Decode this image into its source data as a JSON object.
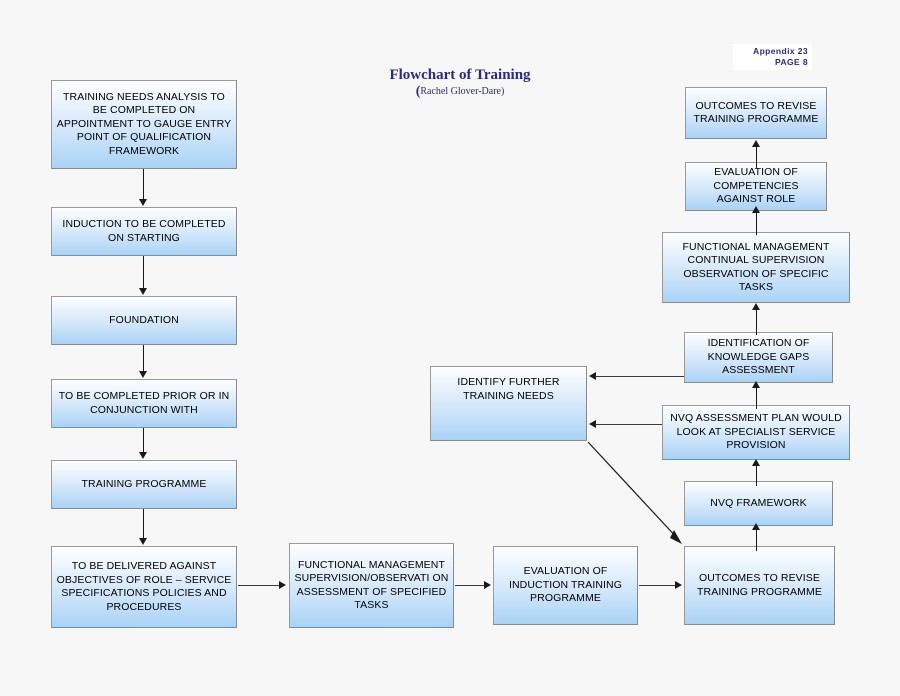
{
  "header": {
    "appendix": "Appendix 23",
    "page": "PAGE 8"
  },
  "title": {
    "main": "Flowchart of Training",
    "paren_open": "(",
    "author": "Rachel Glover-Dare)"
  },
  "colors": {
    "background": "#f7f7f7",
    "box_fill_top": "#fdfeff",
    "box_fill_bottom": "#a9d3f6",
    "box_border": "#8a8a8a",
    "text": "#000000",
    "title_navy": "#2a2a8c",
    "connector": "#1a1a1a"
  },
  "boxes": {
    "left_col": [
      {
        "id": "training-needs-analysis",
        "text": "TRAINING NEEDS ANALYSIS TO BE COMPLETED ON APPOINTMENT TO GAUGE ENTRY POINT OF QUALIFICATION FRAMEWORK"
      },
      {
        "id": "induction",
        "text": "INDUCTION TO BE COMPLETED ON STARTING"
      },
      {
        "id": "foundation",
        "text": "FOUNDATION"
      },
      {
        "id": "to-be-completed-prior",
        "text": "TO BE COMPLETED PRIOR OR IN CONJUNCTION WITH"
      },
      {
        "id": "training-programme",
        "text": "TRAINING PROGRAMME"
      },
      {
        "id": "to-be-delivered-against",
        "text": "TO BE DELIVERED AGAINST OBJECTIVES OF ROLE – SERVICE SPECIFICATIONS POLICIES AND PROCEDURES"
      }
    ],
    "bottom_row": [
      {
        "id": "functional-management-supervision",
        "text": "FUNCTIONAL MANAGEMENT SUPERVISION/OBSERVATI ON ASSESSMENT OF SPECIFIED TASKS"
      },
      {
        "id": "evaluation-of-induction-training",
        "text": "EVALUATION OF INDUCTION TRAINING PROGRAMME"
      },
      {
        "id": "outcomes-to-revise-training-bottom",
        "text": "OUTCOMES TO REVISE TRAINING PROGRAMME"
      }
    ],
    "middle": {
      "id": "identify-further-training-needs",
      "text": "IDENTIFY FURTHER TRAINING NEEDS"
    },
    "right_col": [
      {
        "id": "outcomes-to-revise-training-top",
        "text": "OUTCOMES TO REVISE TRAINING PROGRAMME"
      },
      {
        "id": "evaluation-of-competencies",
        "text": "EVALUATION OF COMPETENCIES AGAINST ROLE"
      },
      {
        "id": "functional-management-continual",
        "text": "FUNCTIONAL MANAGEMENT CONTINUAL SUPERVISION OBSERVATION OF SPECIFIC TASKS"
      },
      {
        "id": "identification-of-knowledge-gaps",
        "text": "IDENTIFICATION OF KNOWLEDGE GAPS ASSESSMENT"
      },
      {
        "id": "nvq-assessment-plan",
        "text": "NVQ ASSESSMENT PLAN WOULD LOOK AT SPECIALIST SERVICE PROVISION"
      },
      {
        "id": "nvq-framework",
        "text": "NVQ FRAMEWORK"
      }
    ]
  }
}
